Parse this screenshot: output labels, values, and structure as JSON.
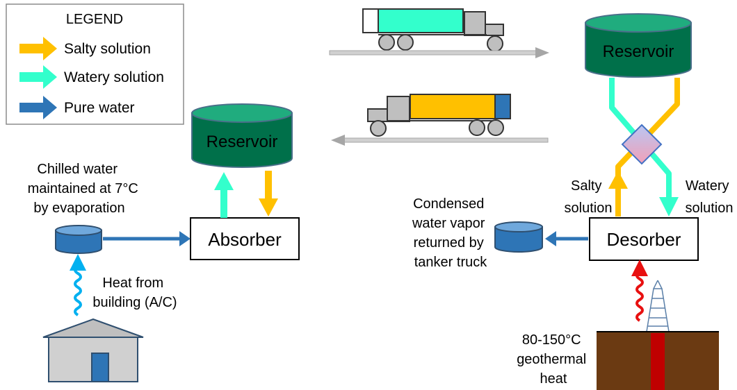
{
  "legend": {
    "title": "LEGEND",
    "items": [
      {
        "label": "Salty solution",
        "color": "#FFC000"
      },
      {
        "label": "Watery solution",
        "color": "#33FFCC"
      },
      {
        "label": "Pure water",
        "color": "#2E75B6"
      }
    ]
  },
  "colors": {
    "salty": "#FFC000",
    "watery": "#33FFCC",
    "pure_water": "#2E75B6",
    "reservoir": "#00704A",
    "reservoir_top": "#20AC7E",
    "heat": "#00B0F0",
    "geothermal_heat": "#E81010",
    "ground": "#6B3A12",
    "well": "#C00000",
    "truck_gray": "#BFBFBF",
    "road": "#A6A6A6"
  },
  "left": {
    "reservoir_label": "Reservoir",
    "absorber_label": "Absorber",
    "chilled_water": [
      "Chilled water",
      "maintained at 7°C",
      "by evaporation"
    ],
    "heat_from_building": [
      "Heat from",
      "building (A/C)"
    ]
  },
  "right": {
    "reservoir_label": "Reservoir",
    "desorber_label": "Desorber",
    "salty_solution": [
      "Salty",
      "solution"
    ],
    "watery_solution": [
      "Watery",
      "solution"
    ],
    "condensed_water": [
      "Condensed",
      "water vapor",
      "returned by",
      "tanker truck"
    ],
    "geothermal": [
      "80-150°C",
      "geothermal",
      "heat"
    ]
  },
  "icons": {
    "truck_to_right": "tanker-truck-icon",
    "truck_to_left": "tanker-truck-icon",
    "building": "building-icon",
    "heat_exchanger": "heat-exchanger-icon",
    "drilling_rig": "drilling-rig-icon"
  }
}
